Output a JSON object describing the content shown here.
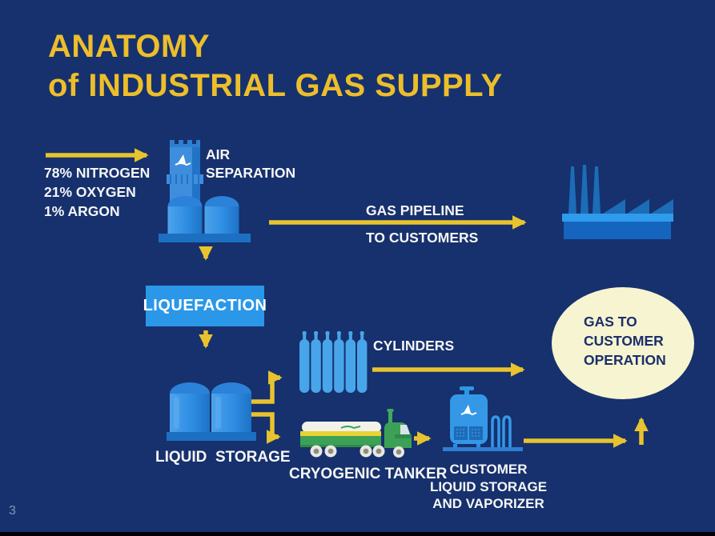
{
  "slide": {
    "title_line1": "ANATOMY",
    "title_line2": "of INDUSTRIAL GAS SUPPLY",
    "page_number": "3"
  },
  "air_feed": {
    "line1": "78% NITROGEN",
    "line2": "21% OXYGEN",
    "line3": "1% ARGON"
  },
  "air_separation": {
    "line1": "AIR",
    "line2": "SEPARATION",
    "icon": "air-separation-plant-icon"
  },
  "pipeline": {
    "line1": "GAS PIPELINE",
    "line2": "TO CUSTOMERS",
    "icon": "factory-icon"
  },
  "liquefaction": {
    "label": "LIQUEFACTION"
  },
  "liquid_storage": {
    "label": "LIQUID  STORAGE",
    "icon": "storage-tanks-icon"
  },
  "cylinders": {
    "label": "CYLINDERS",
    "icon": "gas-cylinders-icon"
  },
  "cryogenic_tanker": {
    "label": "CRYOGENIC TANKER",
    "icon": "tanker-truck-icon"
  },
  "customer_storage": {
    "line1": "CUSTOMER",
    "line2": "LIQUID STORAGE",
    "line3": "AND VAPORIZER",
    "icon": "customer-tank-vaporizer-icon"
  },
  "gas_to_customer": {
    "line1": "GAS TO",
    "line2": "CUSTOMER",
    "line3": "OPERATION"
  },
  "colors": {
    "background": "#16316D",
    "title_yellow": "#EDBE2B",
    "arrow_yellow": "#E9C32F",
    "box_blue": "#2B97E9",
    "ellipse_cream": "#F7F4D1",
    "ellipse_text": "#1B2F6A",
    "label_white": "#F6F6F6",
    "icon_blue": "#3E8EDD",
    "truck_green": "#3CA156"
  }
}
